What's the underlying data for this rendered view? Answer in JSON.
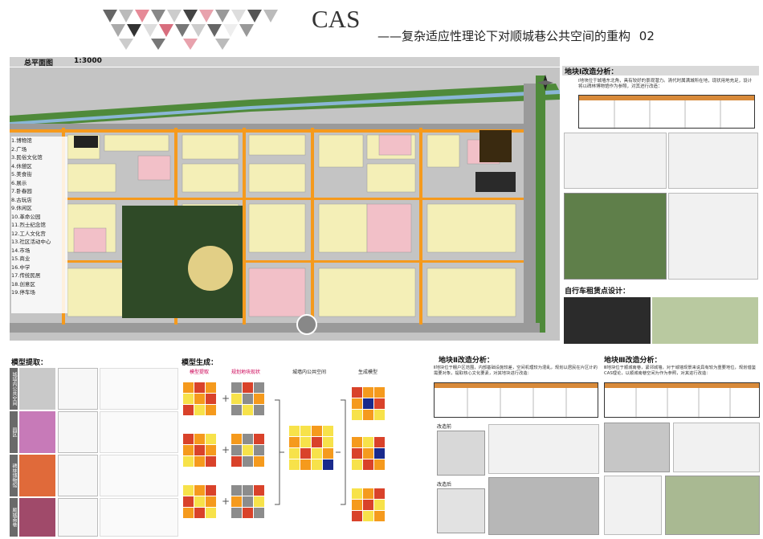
{
  "header": {
    "title": "CAS",
    "subtitle": "——复杂适应性理论下对顺城巷公共空间的重构",
    "page_no": "02"
  },
  "site_plan": {
    "label": "总平面图",
    "scale": "1:3000",
    "legend": [
      "1.博物馆",
      "2.广场",
      "3.民俗文化馆",
      "4.休憩区",
      "5.美食街",
      "6.展示",
      "7.卧春园",
      "8.古玩店",
      "9.休闲区",
      "10.革命公园",
      "11.烈士纪念馆",
      "12.工人文化宫",
      "13.社区活动中心",
      "14.市场",
      "15.商业",
      "16.中学",
      "17.传统民居",
      "18.创意区",
      "19.停车场"
    ]
  },
  "sections": {
    "model_extract": "模型提取：",
    "model_generate": "模型生成：",
    "block1": "地块Ⅰ改造分析：",
    "block2": "地块Ⅱ改造分析：",
    "block3": "地块Ⅲ改造分析：",
    "bike": "自行车租赁点设计："
  },
  "model_extract_labels": [
    "城墙内公共空间",
    "园区",
    "碑林博物馆",
    "顺城南巷"
  ],
  "model_generate_labels": {
    "col1": "模型提取",
    "col2": "规划地块现状",
    "col3": "城墙内公共空间",
    "col4": "生成模型"
  },
  "block_texts": {
    "block1": "Ⅰ地块位于城墙东北角，具有较好的景观潜力。清代时属满城所在地，现状用地充足，设计将以碑林博物馆作为参照，对其进行改造：",
    "block2": "Ⅱ地块位于棚户区范围，内部基础设施较差，空间机理较为混乱，规划以居民在片区计的需要对象，提取核心文化要素，对其地块进行改造：",
    "block3": "Ⅲ地块位于顺城南巷，紧邻城墙，对于城墙现景来说具有较为重要地位，规划借鉴CAS理论，以顺城南巷空间为作为参照，对其进行改造："
  },
  "labels": {
    "before": "改造前",
    "after": "改造后"
  },
  "colors": {
    "orange": "#f59a1d",
    "yellow": "#f7e24a",
    "red": "#d9422a",
    "blue": "#1a2a8c",
    "grey": "#8c8c8c",
    "plan_bg": "#c9c9c9",
    "building": "#f4efb7",
    "pink": "#f2c0c8",
    "park": "#2f4a27"
  }
}
